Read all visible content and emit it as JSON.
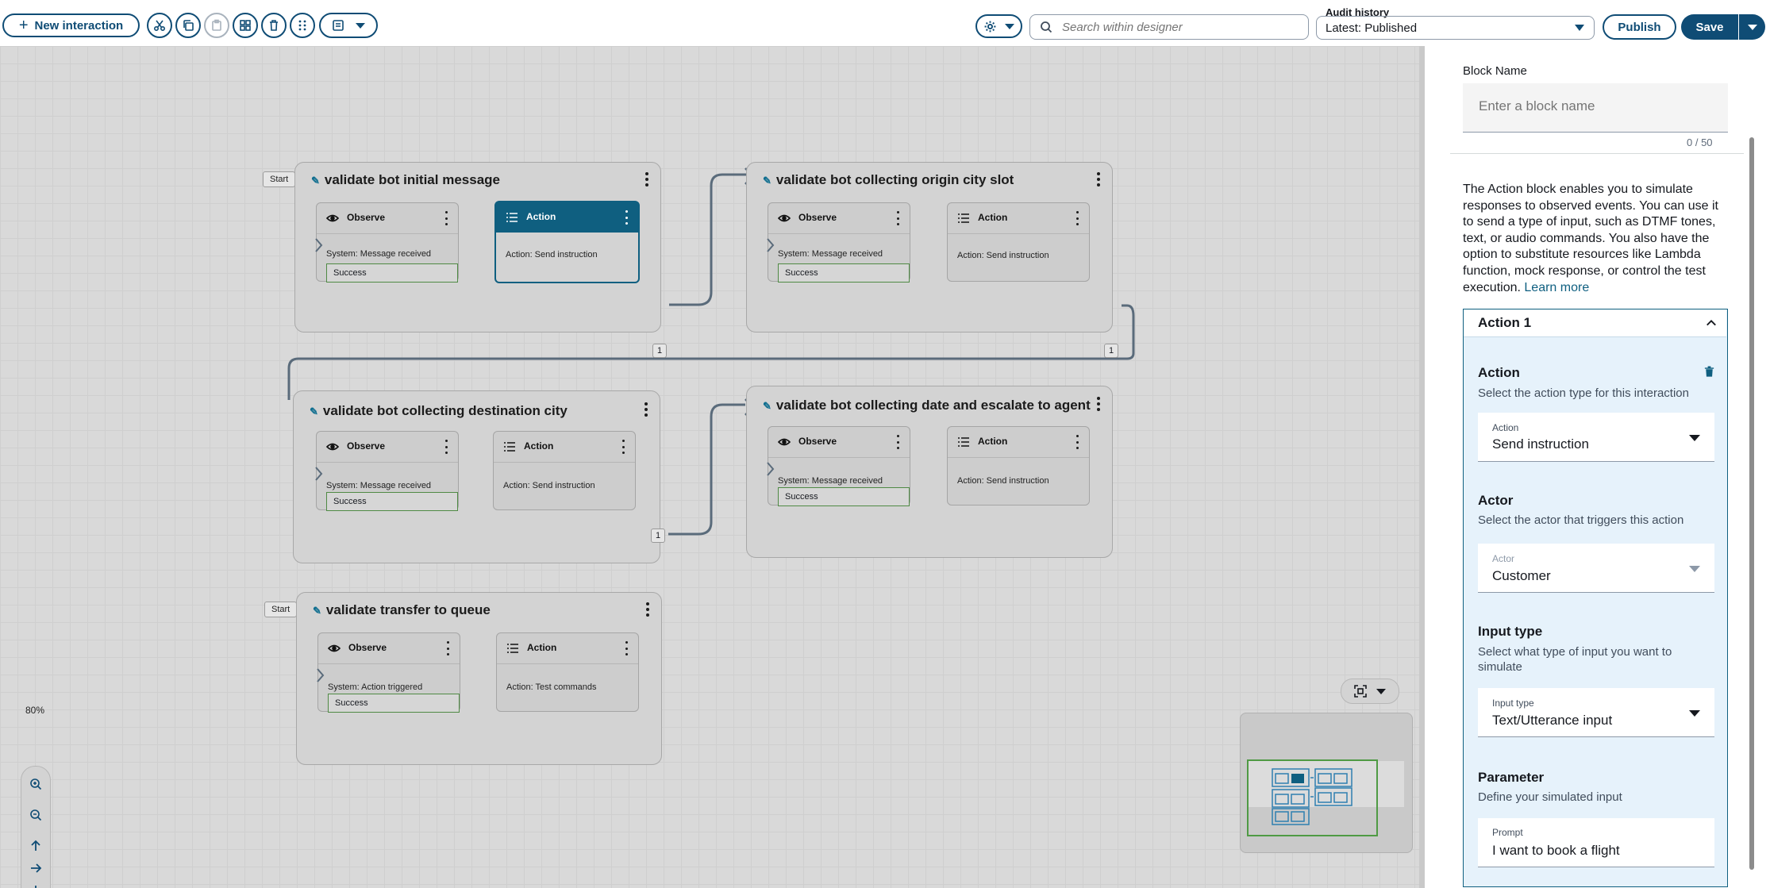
{
  "toolbar": {
    "new_interaction_label": "New interaction",
    "search_placeholder": "Search within designer",
    "audit_history_label": "Audit history",
    "audit_history_value": "Latest: Published",
    "publish_label": "Publish",
    "save_label": "Save"
  },
  "canvas": {
    "zoom_level": "80%",
    "start_label": "Start",
    "flows": [
      {
        "title": "validate bot initial message",
        "observe_label": "Observe",
        "observe_text": "System: Message received",
        "success_label": "Success",
        "action_label": "Action",
        "action_text": "Action: Send instruction",
        "branch_count": "1"
      },
      {
        "title": "validate bot collecting origin city slot",
        "observe_label": "Observe",
        "observe_text": "System: Message received",
        "success_label": "Success",
        "action_label": "Action",
        "action_text": "Action: Send instruction",
        "branch_count": "1"
      },
      {
        "title": "validate bot collecting destination city",
        "observe_label": "Observe",
        "observe_text": "System: Message received",
        "success_label": "Success",
        "action_label": "Action",
        "action_text": "Action: Send instruction",
        "branch_count": "1"
      },
      {
        "title": "validate bot collecting date and escalate to agent",
        "observe_label": "Observe",
        "observe_text": "System: Message received",
        "success_label": "Success",
        "action_label": "Action",
        "action_text": "Action: Send instruction"
      },
      {
        "title": "validate transfer to queue",
        "observe_label": "Observe",
        "observe_text": "System: Action triggered",
        "success_label": "Success",
        "action_label": "Action",
        "action_text": "Action: Test commands"
      }
    ]
  },
  "panel": {
    "block_name_label": "Block Name",
    "block_name_placeholder": "Enter a block name",
    "block_name_count": "0 / 50",
    "description": "The Action block enables you to simulate responses to observed events. You can use it to send a type of input, such as DTMF tones, text, or audio commands. You also have the option to substitute resources like Lambda function, mock response, or control the test execution.",
    "learn_more": "Learn more",
    "action_group_title": "Action 1",
    "action_heading": "Action",
    "action_sub": "Select the action type for this interaction",
    "action_select_label": "Action",
    "action_select_value": "Send instruction",
    "actor_heading": "Actor",
    "actor_sub": "Select the actor that triggers this action",
    "actor_select_label": "Actor",
    "actor_select_value": "Customer",
    "input_heading": "Input type",
    "input_sub": "Select what type of input you want to simulate",
    "input_select_label": "Input type",
    "input_select_value": "Text/Utterance input",
    "param_heading": "Parameter",
    "param_sub": "Define your simulated input",
    "prompt_label": "Prompt",
    "prompt_value": "I want to book a flight"
  },
  "colors": {
    "accent": "#0f5f80",
    "brand_button": "#0f4c75",
    "success_wire": "#4f8a44",
    "flow_wire": "#5a6b7b",
    "action_group_bg": "#e6f2fb"
  }
}
